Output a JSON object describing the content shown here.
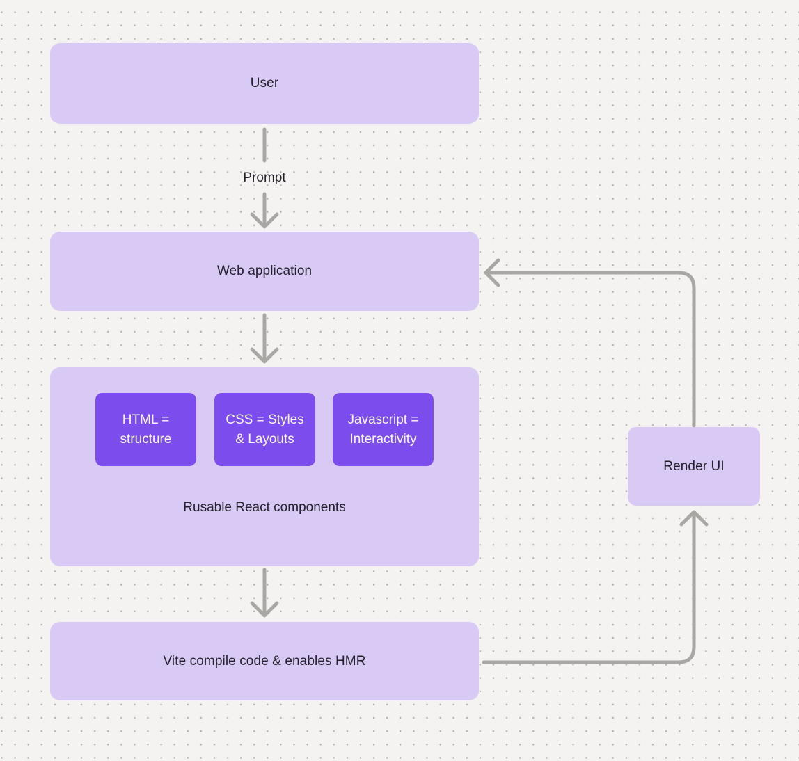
{
  "diagram": {
    "nodes": {
      "user": {
        "label": "User"
      },
      "web_application": {
        "label": "Web application"
      },
      "components_group": {
        "label": "Rusable React components",
        "children": [
          {
            "label": "HTML = structure"
          },
          {
            "label": "CSS = Styles & Layouts"
          },
          {
            "label": "Javascript = Interactivity"
          }
        ]
      },
      "vite": {
        "label": "Vite compile code & enables HMR"
      },
      "render_ui": {
        "label": "Render UI"
      }
    },
    "edges": [
      {
        "from": "User",
        "to": "Web application",
        "label": "Prompt"
      },
      {
        "from": "Web application",
        "to": "Rusable React components",
        "label": ""
      },
      {
        "from": "Rusable React components",
        "to": "Vite compile code & enables HMR",
        "label": ""
      },
      {
        "from": "Vite compile code & enables HMR",
        "to": "Render UI",
        "label": ""
      },
      {
        "from": "Render UI",
        "to": "Web application",
        "label": ""
      }
    ],
    "colors": {
      "background": "#f4f3f1",
      "grid_dot": "#b5b3b0",
      "node_fill": "#d8caf4",
      "node_text": "#232129",
      "chip_fill": "#7c4cec",
      "chip_text": "#fbfaff",
      "connector": "#a9a7a4"
    }
  }
}
